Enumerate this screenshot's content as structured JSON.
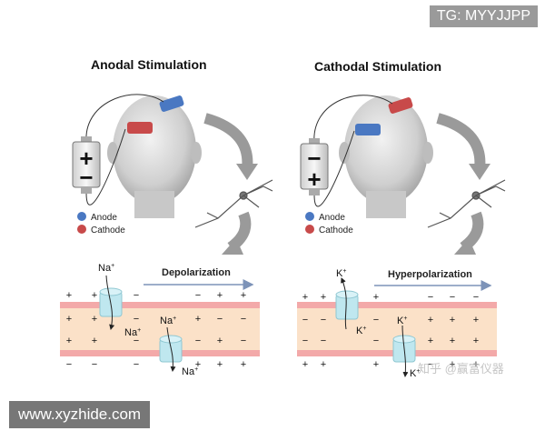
{
  "watermarks": {
    "top_right": "TG: MYYJJPP",
    "bottom_left": "www.xyzhide.com",
    "zhihu": "知乎 @赢富仪器"
  },
  "colors": {
    "anode": "#4a78c2",
    "cathode": "#c84a4a",
    "membrane": "#f3a9a9",
    "cytoplasm": "#fbe1c8",
    "channel": "#bfe7ef",
    "arrow": "#7d93b8"
  },
  "anodal": {
    "title": "Anodal Stimulation",
    "battery_top": "+",
    "battery_bottom": "−",
    "legend_anode": "Anode",
    "legend_cathode": "Cathode",
    "process_label": "Depolarization",
    "ion_label": "Na",
    "ion_charge": "+"
  },
  "cathodal": {
    "title": "Cathodal Stimulation",
    "battery_top": "−",
    "battery_bottom": "+",
    "legend_anode": "Anode",
    "legend_cathode": "Cathode",
    "process_label": "Hyperpolarization",
    "ion_label": "K",
    "ion_charge": "+"
  }
}
